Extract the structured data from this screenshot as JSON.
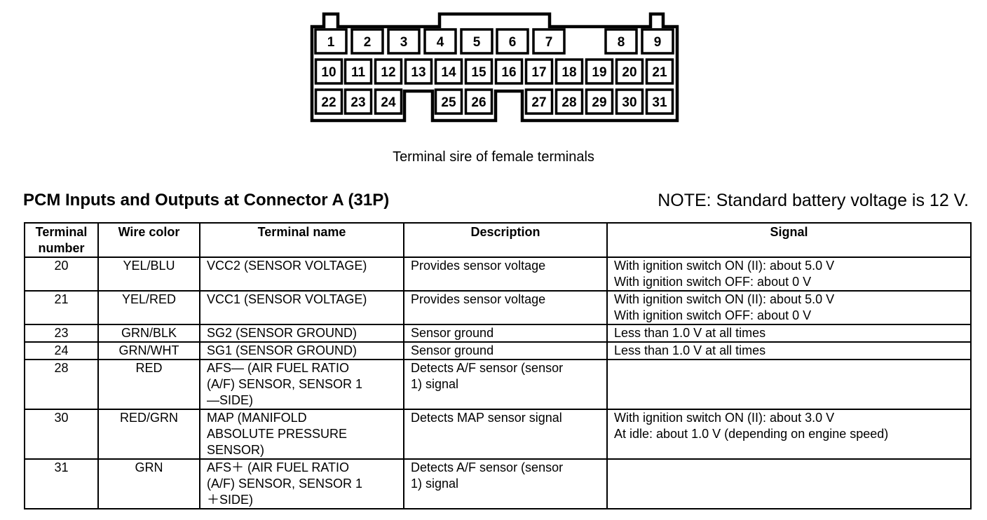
{
  "connector": {
    "terminals_row1": [
      "1",
      "2",
      "3",
      "4",
      "5",
      "6",
      "7",
      "8",
      "9"
    ],
    "terminals_row2": [
      "10",
      "11",
      "12",
      "13",
      "14",
      "15",
      "16",
      "17",
      "18",
      "19",
      "20",
      "21"
    ],
    "terminals_row3": [
      "22",
      "23",
      "24",
      "25",
      "26",
      "27",
      "28",
      "29",
      "30",
      "31"
    ]
  },
  "caption": "Terminal sire of female terminals",
  "title": "PCM Inputs and Outputs at Connector A (31P)",
  "note": "NOTE: Standard battery voltage is 12 V.",
  "table": {
    "headers": {
      "terminal_line1": "Terminal",
      "terminal_line2": "number",
      "wire_color": "Wire color",
      "terminal_name": "Terminal name",
      "description": "Description",
      "signal": "Signal"
    },
    "rows": [
      {
        "terminal": "20",
        "wire": "YEL/BLU",
        "name": [
          "VCC2 (SENSOR VOLTAGE)"
        ],
        "desc": [
          "Provides sensor voltage"
        ],
        "signal": [
          "With ignition switch ON (II): about 5.0 V",
          "With ignition switch OFF: about 0 V"
        ]
      },
      {
        "terminal": "21",
        "wire": "YEL/RED",
        "name": [
          "VCC1 (SENSOR VOLTAGE)"
        ],
        "desc": [
          "Provides sensor voltage"
        ],
        "signal": [
          "With ignition switch ON (II): about 5.0 V",
          "With ignition switch OFF: about 0 V"
        ]
      },
      {
        "terminal": "23",
        "wire": "GRN/BLK",
        "name": [
          "SG2 (SENSOR GROUND)"
        ],
        "desc": [
          "Sensor ground"
        ],
        "signal": [
          "Less than 1.0 V at all times"
        ]
      },
      {
        "terminal": "24",
        "wire": "GRN/WHT",
        "name": [
          "SG1 (SENSOR GROUND)"
        ],
        "desc": [
          "Sensor ground"
        ],
        "signal": [
          "Less than 1.0 V at all times"
        ]
      },
      {
        "terminal": "28",
        "wire": "RED",
        "name": [
          "AFS— (AIR FUEL RATIO",
          "(A/F) SENSOR, SENSOR 1",
          "—SIDE)"
        ],
        "desc": [
          "Detects A/F sensor (sensor",
          "1) signal"
        ],
        "signal": []
      },
      {
        "terminal": "30",
        "wire": "RED/GRN",
        "name": [
          "MAP (MANIFOLD",
          "ABSOLUTE PRESSURE",
          "SENSOR)"
        ],
        "desc": [
          "Detects MAP sensor signal"
        ],
        "signal": [
          "With ignition switch ON (II): about 3.0 V",
          "At idle: about 1.0 V (depending on engine speed)"
        ]
      },
      {
        "terminal": "31",
        "wire": "GRN",
        "name": [
          "AFS＋ (AIR FUEL RATIO",
          "(A/F) SENSOR, SENSOR 1",
          "＋SIDE)"
        ],
        "desc": [
          "Detects A/F sensor (sensor",
          "1) signal"
        ],
        "signal": []
      }
    ]
  }
}
